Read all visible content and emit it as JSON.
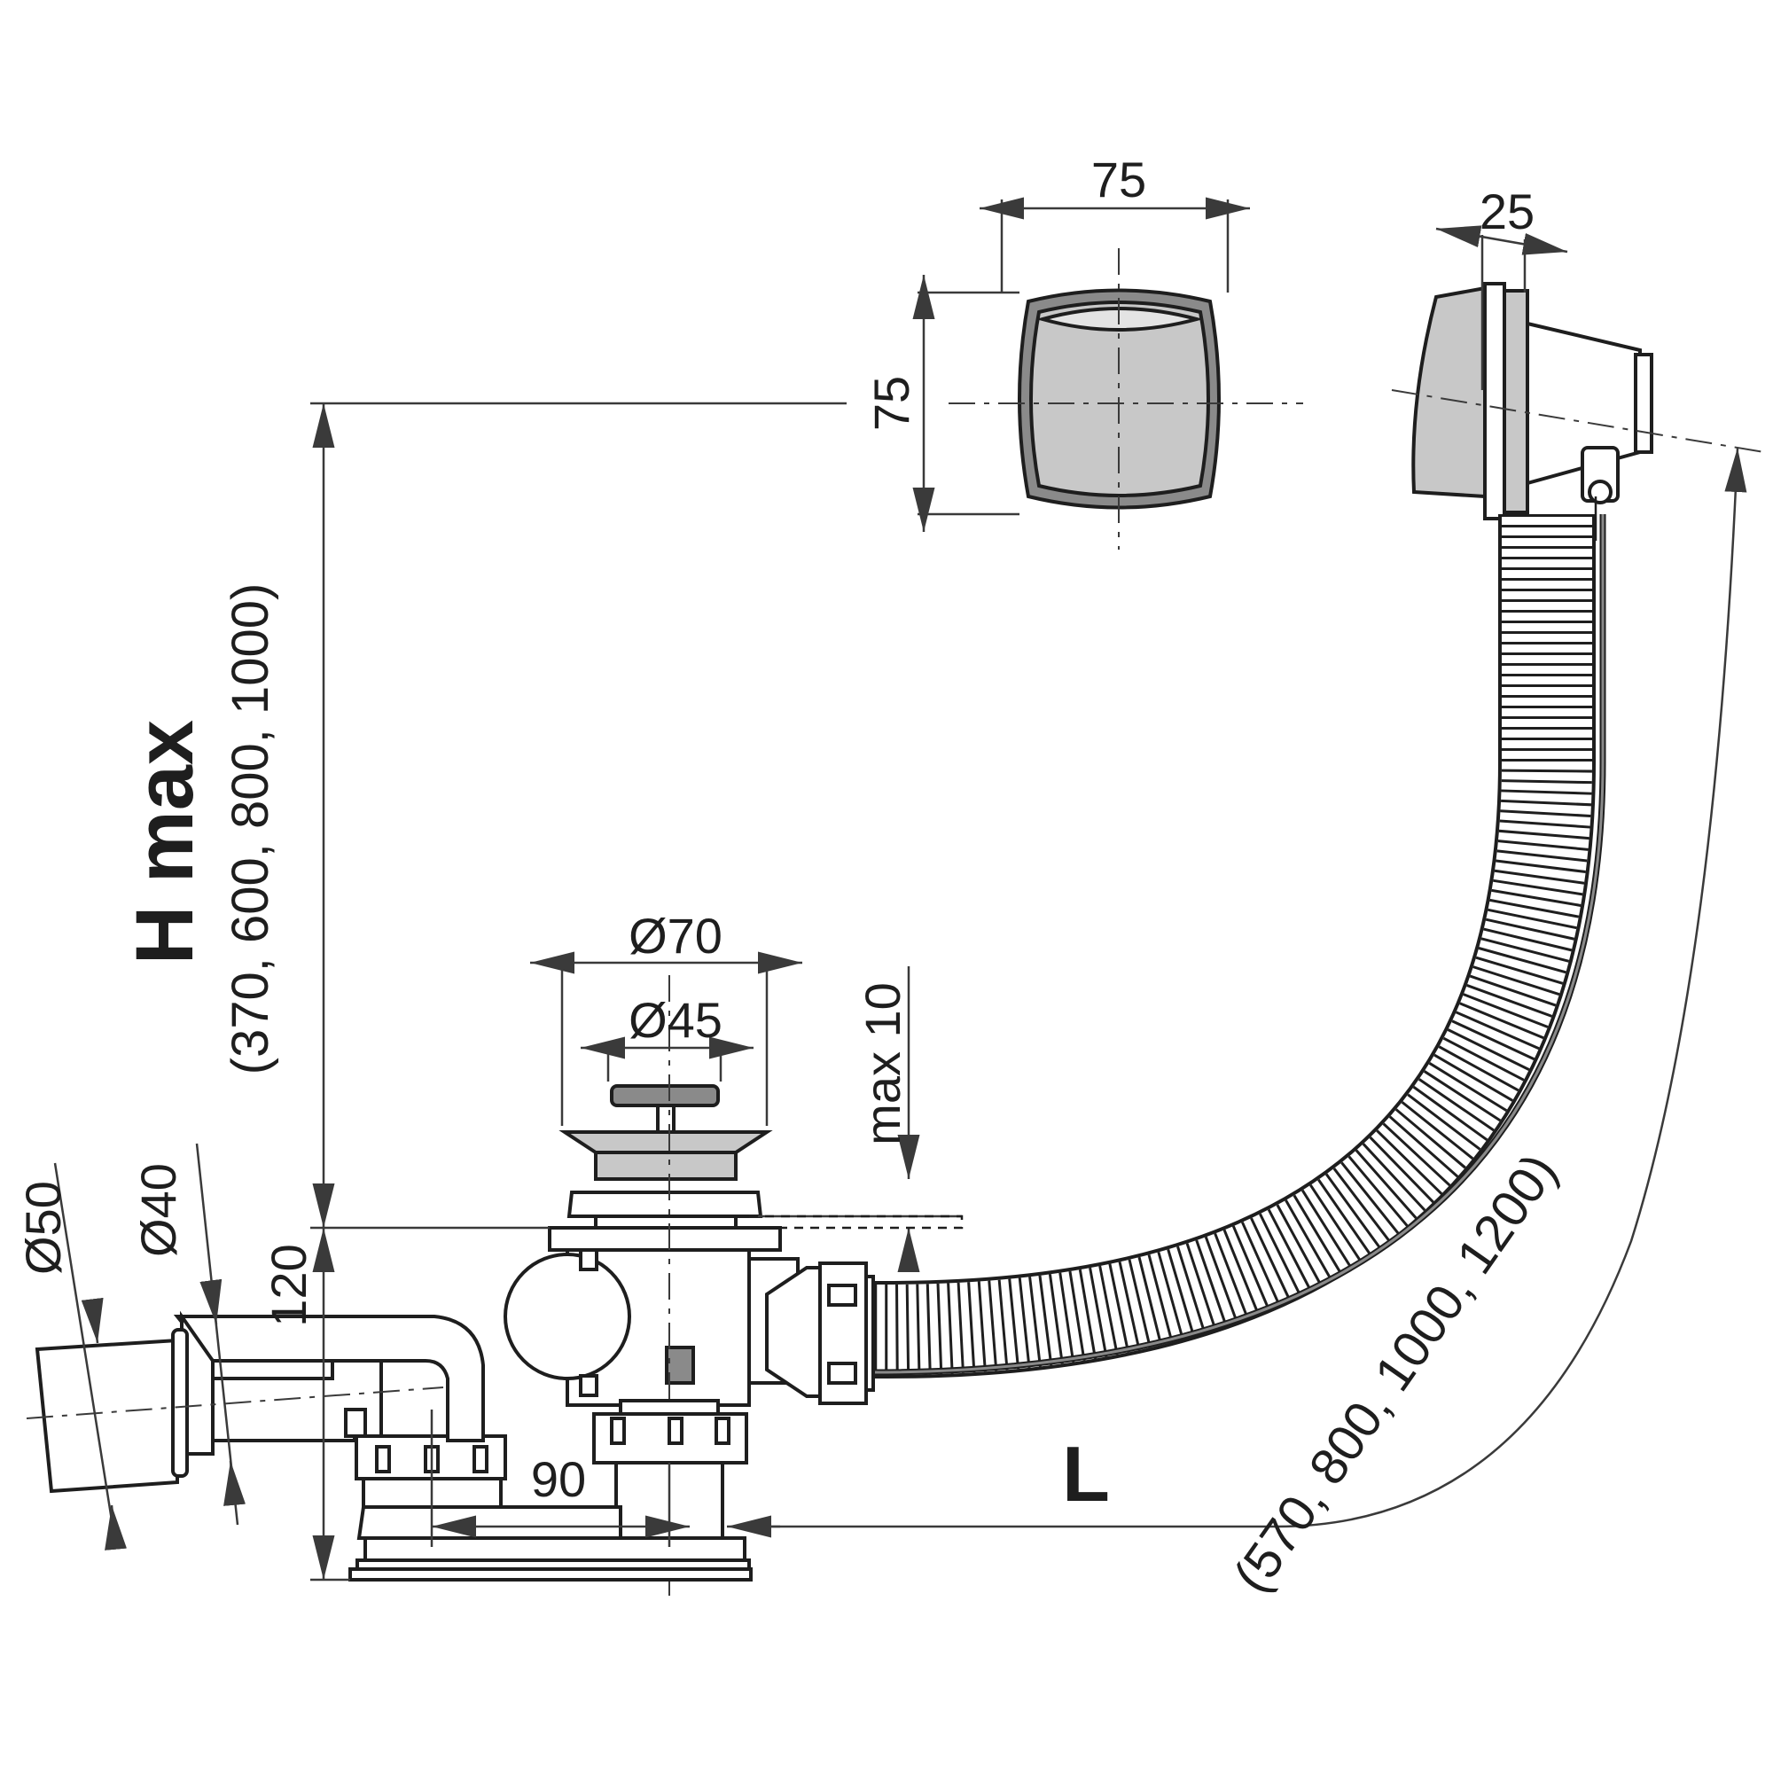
{
  "diagram": {
    "dimensions": {
      "cap_width": "75",
      "cap_height": "75",
      "overflow_depth": "25",
      "outer_diameter": "Ø70",
      "plug_diameter": "Ø45",
      "max_wall": "max 10",
      "pipe_outer": "Ø50",
      "pipe_inner": "Ø40",
      "trap_height": "120",
      "offset": "90"
    },
    "height": {
      "symbol": "H max",
      "options": "(370, 600, 800, 1000)"
    },
    "length": {
      "symbol": "L",
      "options": "(570, 800, 1000, 1200)"
    },
    "colors": {
      "line": "#1e1e1e",
      "metal": "#8a8a8a",
      "light_metal": "#c8c8c8"
    }
  }
}
